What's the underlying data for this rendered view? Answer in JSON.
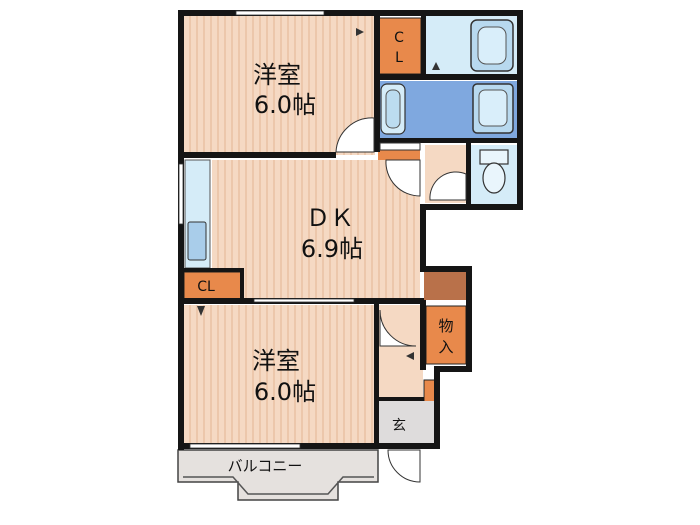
{
  "rooms": {
    "bedroom_top": {
      "name": "洋室",
      "size": "6.0帖"
    },
    "dk": {
      "name": "ＤＫ",
      "size": "6.9帖"
    },
    "bedroom_bottom": {
      "name": "洋室",
      "size": "6.0帖"
    }
  },
  "labels": {
    "closet_top_line1": "C",
    "closet_top_line2": "L",
    "closet_left": "CL",
    "storage_line1": "物",
    "storage_line2": "入",
    "entrance": "玄",
    "balcony": "バルコニー"
  },
  "colors": {
    "wall": "#151515",
    "floor_wood": "#f5d9c3",
    "floor_stripe": "#e9c1a4",
    "closet": "#e8894b",
    "storage_brown": "#b9714a",
    "water_light": "#d5ecf8",
    "water_mid": "#7fa8df",
    "balcony": "#e5e1de",
    "entrance_floor": "#dedcdc",
    "door_fill": "#ffffff"
  }
}
